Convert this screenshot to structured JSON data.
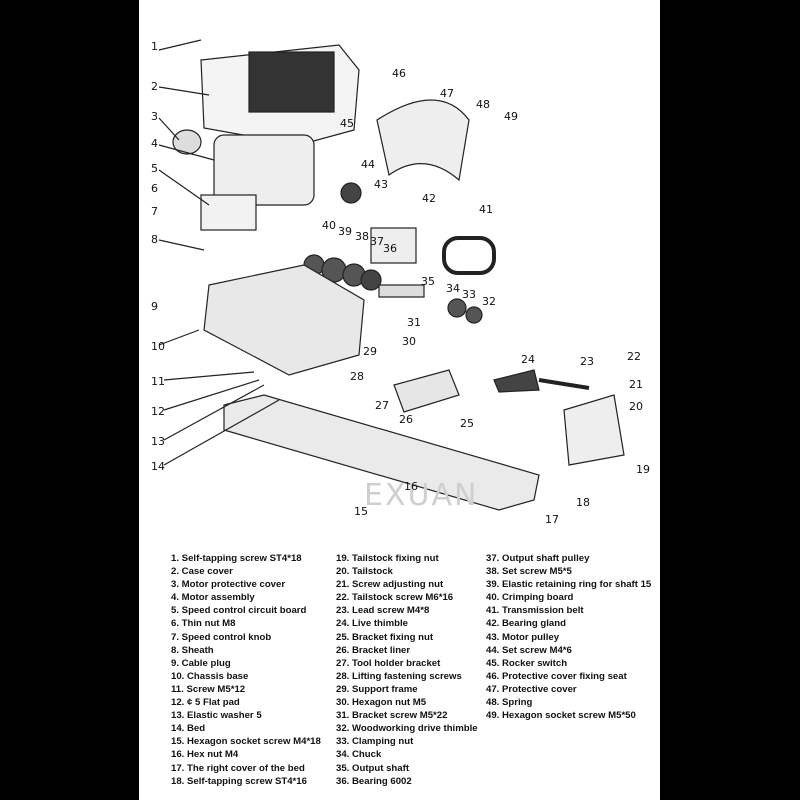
{
  "watermark": "EXUAN",
  "callouts": [
    "1",
    "2",
    "3",
    "4",
    "5",
    "6",
    "7",
    "8",
    "9",
    "10",
    "11",
    "12",
    "13",
    "14",
    "15",
    "16",
    "17",
    "18",
    "19",
    "20",
    "21",
    "22",
    "23",
    "24",
    "25",
    "26",
    "27",
    "28",
    "29",
    "30",
    "31",
    "32",
    "33",
    "34",
    "35",
    "36",
    "37",
    "38",
    "39",
    "40",
    "41",
    "42",
    "43",
    "44",
    "45",
    "46",
    "47",
    "48",
    "49"
  ],
  "legend": {
    "col1": [
      "1. Self-tapping screw ST4*18",
      "2. Case cover",
      "3. Motor protective cover",
      "4. Motor assembly",
      "5. Speed control circuit board",
      "6. Thin nut M8",
      "7. Speed control knob",
      "8. Sheath",
      "9. Cable plug",
      "10. Chassis base",
      "11. Screw M5*12",
      "12. ¢ 5 Flat pad",
      "13. Elastic washer 5",
      "14. Bed",
      "15. Hexagon socket screw M4*18",
      "16. Hex nut M4",
      "17. The right cover of the bed",
      "18. Self-tapping screw ST4*16"
    ],
    "col2": [
      "19. Tailstock fixing nut",
      "20. Tailstock",
      "21. Screw adjusting nut",
      "22. Tailstock screw M6*16",
      "23. Lead screw M4*8",
      "24. Live thimble",
      "25. Bracket fixing nut",
      "26. Bracket liner",
      "27. Tool holder bracket",
      "28. Lifting fastening screws",
      "29. Support frame",
      "30. Hexagon nut M5",
      "31. Bracket screw M5*22",
      "32. Woodworking drive thimble",
      "33. Clamping nut",
      "34. Chuck",
      "35. Output shaft",
      "36. Bearing 6002"
    ],
    "col3": [
      "37. Output shaft pulley",
      "38. Set screw M5*5",
      "39. Elastic retaining ring for shaft 15",
      "40. Crimping board",
      "41. Transmission belt",
      "42. Bearing gland",
      "43. Motor pulley",
      "44. Set screw M4*6",
      "45. Rocker switch",
      "46. Protective cover fixing seat",
      "47. Protective cover",
      "48. Spring",
      "49. Hexagon socket screw M5*50"
    ]
  }
}
